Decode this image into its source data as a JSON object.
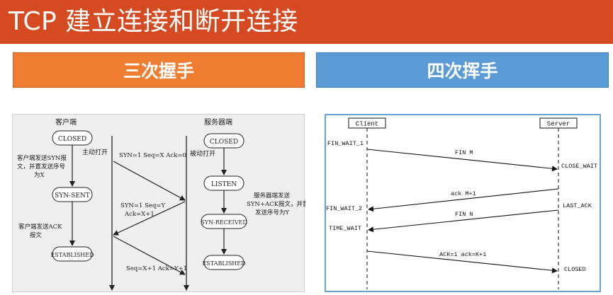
{
  "page_title": "TCP 建立连接和断开连接",
  "handshake": {
    "header": "三次握手",
    "client_label": "客户端",
    "server_label": "服务器端",
    "client_states": [
      "CLOSED",
      "SYN-SENT",
      "ESTABLISHED"
    ],
    "server_states": [
      "CLOSED",
      "LISTEN",
      "SYN-RECEIVED",
      "ESTABLISHED"
    ],
    "active_open": "主动打开",
    "passive_open": "被动打开",
    "client_note_1": [
      "客户端发送SYN报",
      "文，并置发送序号",
      "为X"
    ],
    "client_note_2": [
      "客户端发送ACK",
      "报文"
    ],
    "server_note": [
      "服务器端发送",
      "SYN+ACK报文，并置",
      "发送序号为Y"
    ],
    "msg1": "SYN=1 Seq=X Ack=0",
    "msg2": [
      "SYN=1 Seq=Y",
      "Ack=X+1"
    ],
    "msg3": "Seq=X+1 Ack=Y+1"
  },
  "teardown": {
    "header": "四次挥手",
    "client_label": "Client",
    "server_label": "Server",
    "client_states": [
      "FIN_WAIT_1",
      "FIN_WAIT_2",
      "TIME_WAIT"
    ],
    "server_states": [
      "CLOSE_WAIT",
      "LAST_ACK",
      "CLOSED"
    ],
    "messages": [
      "FIN M",
      "ack M+1",
      "FIN N",
      "ACK=1 ack=K+1"
    ]
  }
}
